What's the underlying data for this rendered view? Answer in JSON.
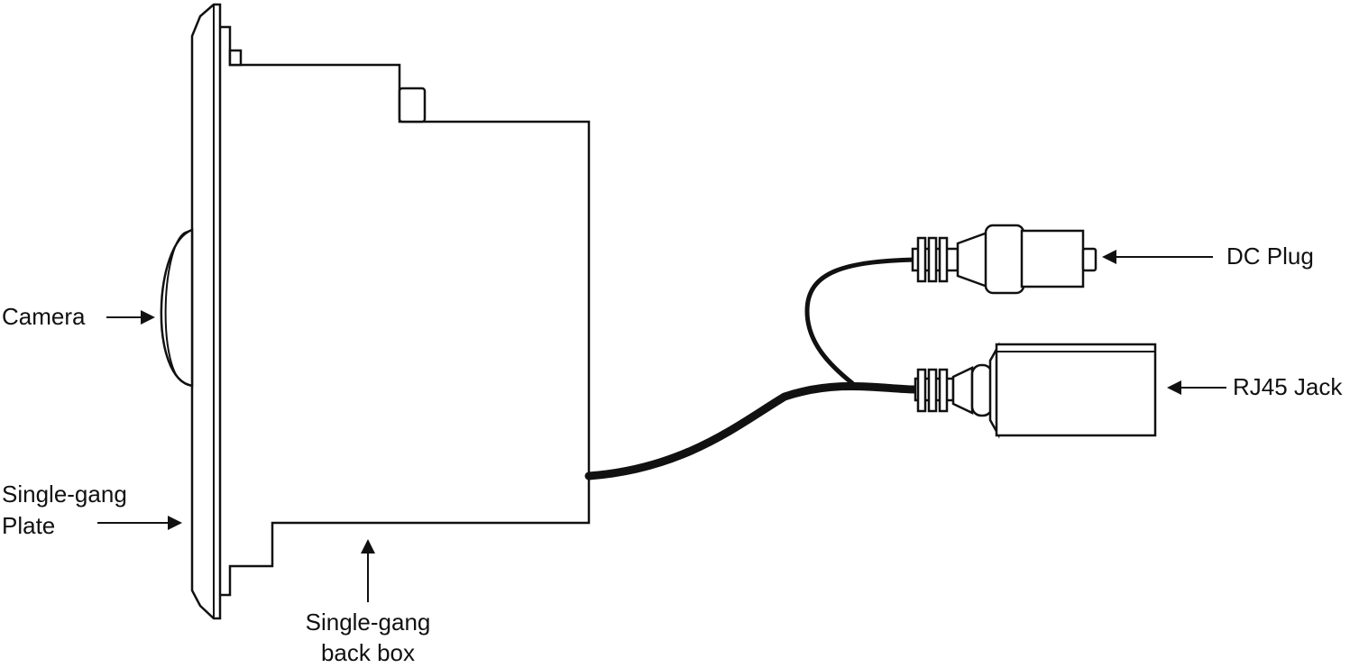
{
  "labels": {
    "camera": "Camera",
    "plate_line1": "Single-gang",
    "plate_line2": "Plate",
    "backbox_line1": "Single-gang",
    "backbox_line2": "back box",
    "dc_plug": "DC Plug",
    "rj45_jack": "RJ45 Jack"
  },
  "colors": {
    "line": "#111111",
    "background": "#ffffff"
  }
}
